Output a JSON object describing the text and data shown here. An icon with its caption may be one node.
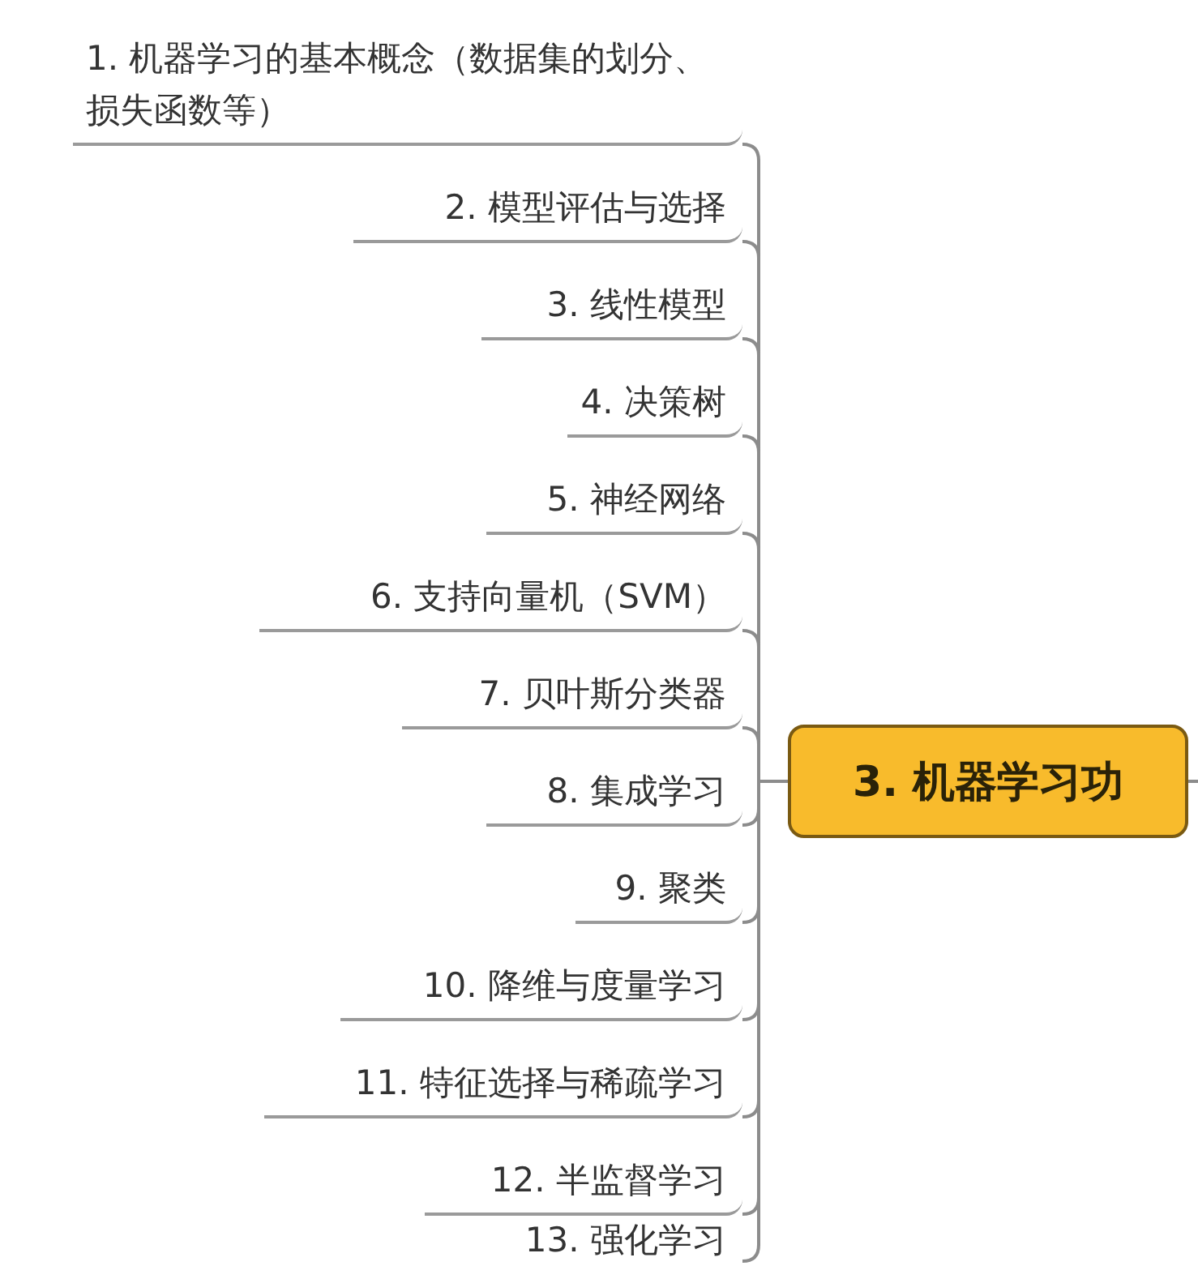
{
  "diagram": {
    "nodes": [
      {
        "text": [
          "3. 机器学习功"
        ]
      },
      {
        "text": [
          "1. 机器学习的基本概念（数据集的划分、损失函数等）"
        ]
      },
      {
        "text": [
          "2. 模型评估与选择"
        ]
      },
      {
        "text": [
          "3. 线性模型"
        ]
      },
      {
        "text": [
          "4. 决策树"
        ]
      },
      {
        "text": [
          "5. 神经网络"
        ]
      },
      {
        "text": [
          "6. 支持向量机（SVM）"
        ]
      },
      {
        "text": [
          "7. 贝叶斯分类器"
        ]
      },
      {
        "text": [
          "8. 集成学习"
        ]
      },
      {
        "text": [
          "9. 聚类"
        ]
      },
      {
        "text": [
          "10. 降维与度量学习"
        ]
      },
      {
        "text": [
          "11. 特征选择与稀疏学习"
        ]
      },
      {
        "text": [
          "12. 半监督学习"
        ]
      },
      {
        "text": [
          "13. 强化学习"
        ]
      }
    ],
    "edges": [
      {
        "from": 0,
        "to": 1,
        "arrow": "none"
      },
      {
        "from": 0,
        "to": 2,
        "arrow": "none"
      },
      {
        "from": 0,
        "to": 3,
        "arrow": "none"
      },
      {
        "from": 0,
        "to": 4,
        "arrow": "none"
      },
      {
        "from": 0,
        "to": 5,
        "arrow": "none"
      },
      {
        "from": 0,
        "to": 6,
        "arrow": "none"
      },
      {
        "from": 0,
        "to": 7,
        "arrow": "none"
      },
      {
        "from": 0,
        "to": 8,
        "arrow": "none"
      },
      {
        "from": 0,
        "to": 9,
        "arrow": "none"
      },
      {
        "from": 0,
        "to": 10,
        "arrow": "none"
      },
      {
        "from": 0,
        "to": 11,
        "arrow": "none"
      },
      {
        "from": 0,
        "to": 12,
        "arrow": "none"
      },
      {
        "from": 0,
        "to": 13,
        "arrow": "none"
      },
      {
        "from": 0,
        "to": null,
        "arrow": "none"
      }
    ]
  }
}
